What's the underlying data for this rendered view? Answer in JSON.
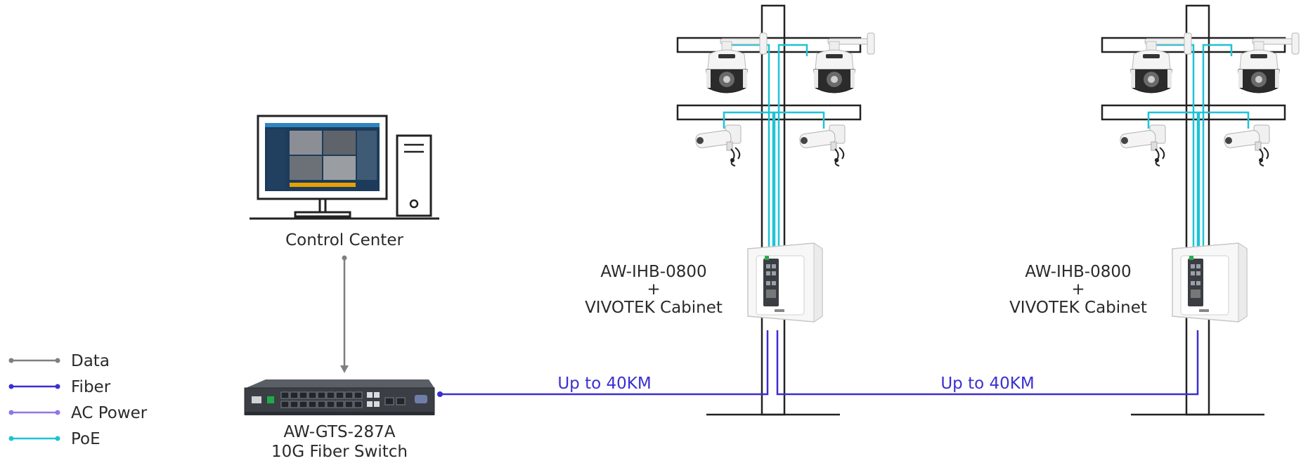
{
  "legend": {
    "items": [
      {
        "label": "Data",
        "color": "#7f7f7f"
      },
      {
        "label": "Fiber",
        "color": "#3b2fd1"
      },
      {
        "label": "AC Power",
        "color": "#8f77e6"
      },
      {
        "label": "PoE",
        "color": "#1fc3d6"
      }
    ]
  },
  "control_center": {
    "label": "Control Center"
  },
  "switch": {
    "line1": "AW-GTS-287A",
    "line2": "10G Fiber Switch"
  },
  "sites": [
    {
      "line1": "AW-IHB-0800",
      "line2": "+",
      "line3": "VIVOTEK Cabinet",
      "distance": "Up to 40KM"
    },
    {
      "line1": "AW-IHB-0800",
      "line2": "+",
      "line3": "VIVOTEK Cabinet",
      "distance": "Up to 40KM"
    }
  ],
  "colors": {
    "data": "#7f7f7f",
    "fiber": "#3b2fd1",
    "ac_power": "#8f77e6",
    "poe": "#1fc3d6",
    "pole": "#222222"
  }
}
